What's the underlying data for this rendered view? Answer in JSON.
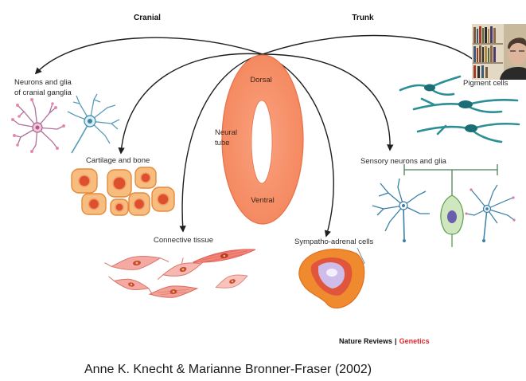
{
  "header": {
    "cranial": "Cranial",
    "trunk": "Trunk"
  },
  "neural_tube": {
    "dorsal": "Dorsal",
    "label_line1": "Neural",
    "label_line2": "tube",
    "ventral": "Ventral"
  },
  "derivatives": {
    "cranial_neurons": [
      "Neurons and glia",
      "of cranial ganglia"
    ],
    "cartilage": "Cartilage and bone",
    "connective": "Connective tissue",
    "pigment": "Pigment cells",
    "sensory": "Sensory neurons and glia",
    "sympathoadrenal": "Sympatho-adrenal cells"
  },
  "source": {
    "journal": "Nature Reviews",
    "separator": "|",
    "section": "Genetics"
  },
  "caption": "Anne K. Knecht & Marianne Bronner-Fraser (2002)",
  "colors": {
    "neural_tube": "#f4875e",
    "neural_tube_edge": "#e8704a",
    "genetics_red": "#e3262b",
    "pigment_teal": "#2c8f95"
  }
}
